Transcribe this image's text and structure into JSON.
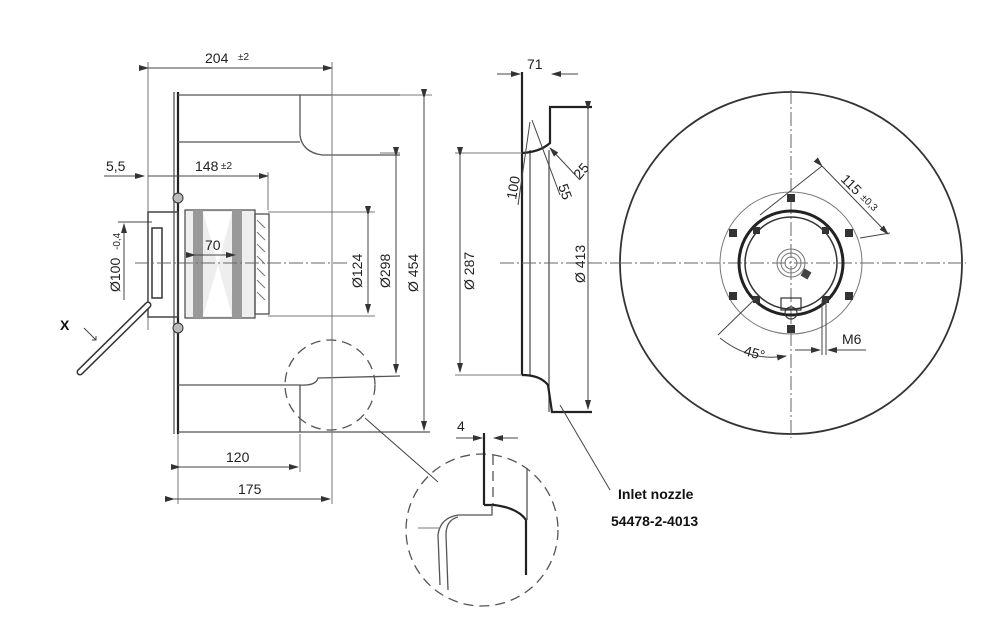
{
  "drawing": {
    "title": "Centrifugal fan dimension drawing",
    "side_view": {
      "dims": {
        "overall_length": "204",
        "overall_length_tol": "±2",
        "flange_offset": "5,5",
        "motor_length": "148",
        "motor_length_tol": "±2",
        "rotor_width": "70",
        "shaft_dia": "Ø100",
        "shaft_dia_tol": "-0,4",
        "hub_dia": "Ø124",
        "inner_dia": "Ø298",
        "outer_dia": "Ø 454",
        "depth_120": "120",
        "depth_175": "175"
      },
      "view_marker": "X"
    },
    "nozzle_view": {
      "dims": {
        "width": "71",
        "radius_100": "100",
        "radius_55": "55",
        "radius_25": "25",
        "inner_dia": "Ø 287",
        "outer_dia": "Ø 413"
      }
    },
    "detail_view": {
      "dims": {
        "gap": "4"
      }
    },
    "front_view": {
      "dims": {
        "bolt_spacing": "115",
        "bolt_spacing_tol": "±0,3",
        "angle": "45°",
        "thread": "M6"
      }
    },
    "note": {
      "line1": "Inlet nozzle",
      "line2": "54478-2-4013"
    }
  }
}
